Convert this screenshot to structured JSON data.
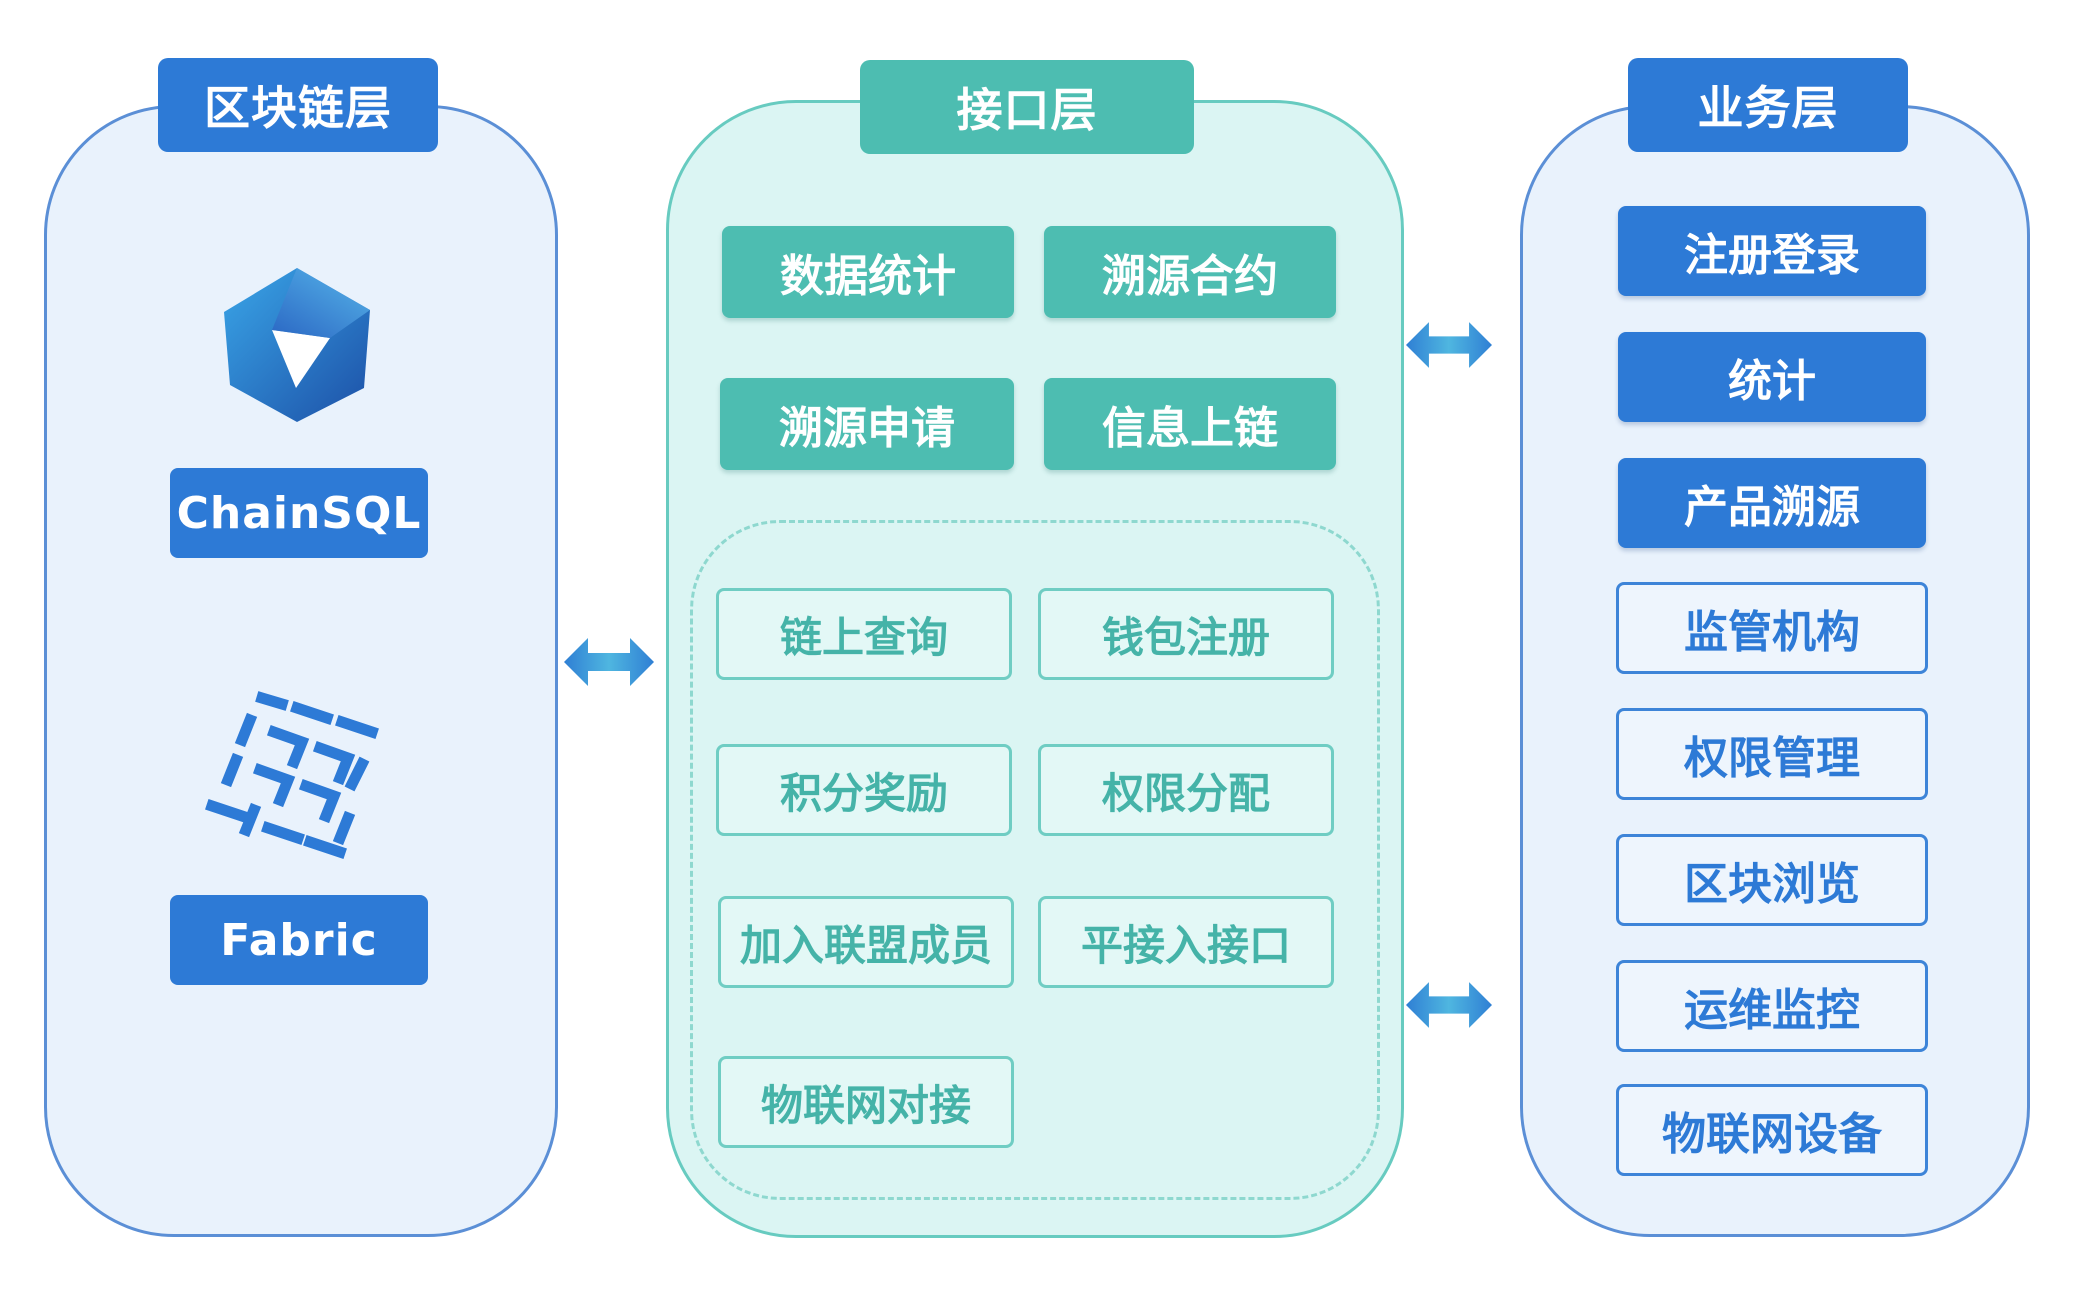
{
  "colors": {
    "blue": "#2d7ad6",
    "teal": "#4dbdb1",
    "panel_blue_bg": "#e9f2fc",
    "panel_teal_bg": "#dbf5f3",
    "arrow": "#3a8fd0"
  },
  "blockchain_layer": {
    "title": "区块链层",
    "items": [
      {
        "icon": "chainsql-logo-icon",
        "label": "ChainSQL"
      },
      {
        "icon": "fabric-logo-icon",
        "label": "Fabric"
      }
    ]
  },
  "interface_layer": {
    "title": "接口层",
    "core_items": [
      "数据统计",
      "溯源合约",
      "溯源申请",
      "信息上链"
    ],
    "group_items": [
      "链上查询",
      "钱包注册",
      "积分奖励",
      "权限分配",
      "加入联盟成员",
      "平接入接口",
      "物联网对接"
    ]
  },
  "business_layer": {
    "title": "业务层",
    "primary_items": [
      "注册登录",
      "统计",
      "产品溯源"
    ],
    "secondary_items": [
      "监管机构",
      "权限管理",
      "区块浏览",
      "运维监控",
      "物联网设备"
    ]
  },
  "connectors": [
    "double-arrow-icon",
    "double-arrow-icon",
    "double-arrow-icon"
  ]
}
